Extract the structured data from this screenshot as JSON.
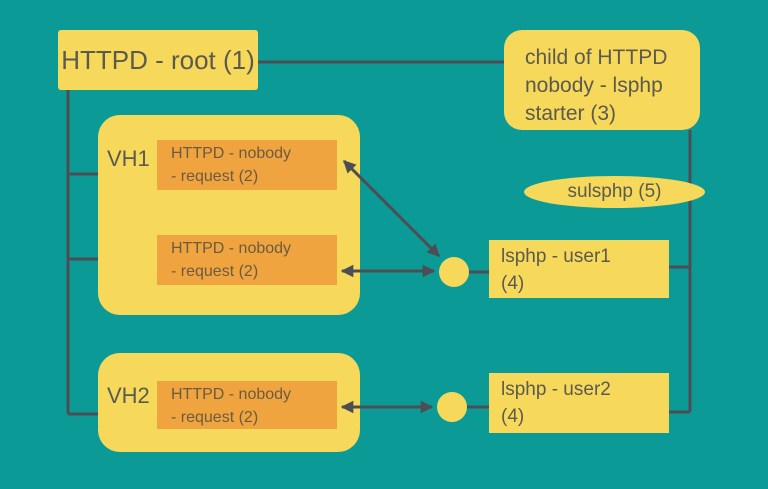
{
  "diagram": {
    "colors": {
      "background": "#0b9a95",
      "node_yellow": "#f6d95a",
      "node_orange": "#f0a440",
      "connector": "#4d4d55",
      "text": "#5c5a4f"
    },
    "nodes": {
      "root": {
        "label": "HTTPD - root (1)"
      },
      "child_starter": {
        "line1": "child of HTTPD",
        "line2": "nobody - lsphp",
        "line3": "starter (3)"
      },
      "vh1": {
        "label": "VH1"
      },
      "vh1_request1": {
        "line1": "HTTPD - nobody",
        "line2": "- request (2)"
      },
      "vh1_request2": {
        "line1": "HTTPD - nobody",
        "line2": "- request (2)"
      },
      "vh2": {
        "label": "VH2"
      },
      "vh2_request": {
        "line1": "HTTPD - nobody",
        "line2": "- request (2)"
      },
      "sulsphp": {
        "label": "sulsphp (5)"
      },
      "lsphp_user1": {
        "line1": "lsphp - user1",
        "line2": "(4)"
      },
      "lsphp_user2": {
        "line1": "lsphp - user2",
        "line2": "(4)"
      }
    }
  }
}
